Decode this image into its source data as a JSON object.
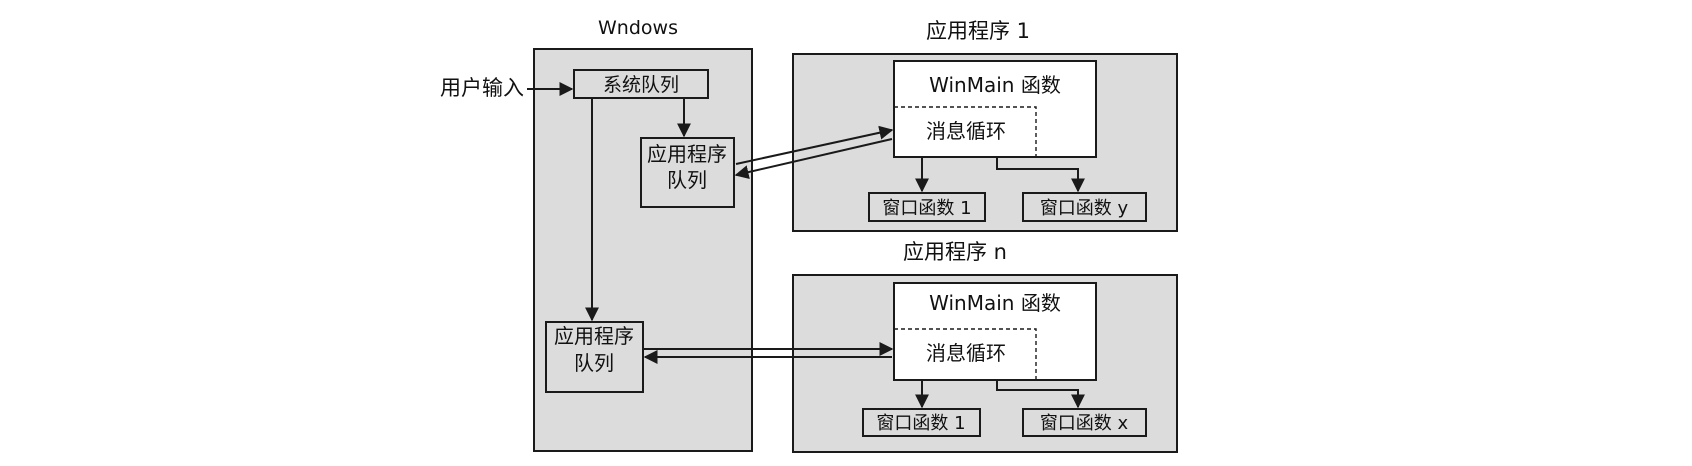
{
  "windows": {
    "title": "Wndows",
    "user_input": "用户输入",
    "system_queue": "系统队列",
    "app_queue_1": [
      "应用程序",
      "队列"
    ],
    "app_queue_n": [
      "应用程序",
      "队列"
    ]
  },
  "app1": {
    "title": "应用程序 1",
    "winmain": "WinMain 函数",
    "msg_loop": "消息循环",
    "wndproc_a": "窗口函数 1",
    "wndproc_b": "窗口函数 y"
  },
  "appn": {
    "title": "应用程序 n",
    "winmain": "WinMain 函数",
    "msg_loop": "消息循环",
    "wndproc_a": "窗口函数 1",
    "wndproc_b": "窗口函数 x"
  },
  "colors": {
    "panel_fill": "#dcdcdc",
    "box_fill": "#ffffff",
    "stroke": "#1a1a1a"
  }
}
